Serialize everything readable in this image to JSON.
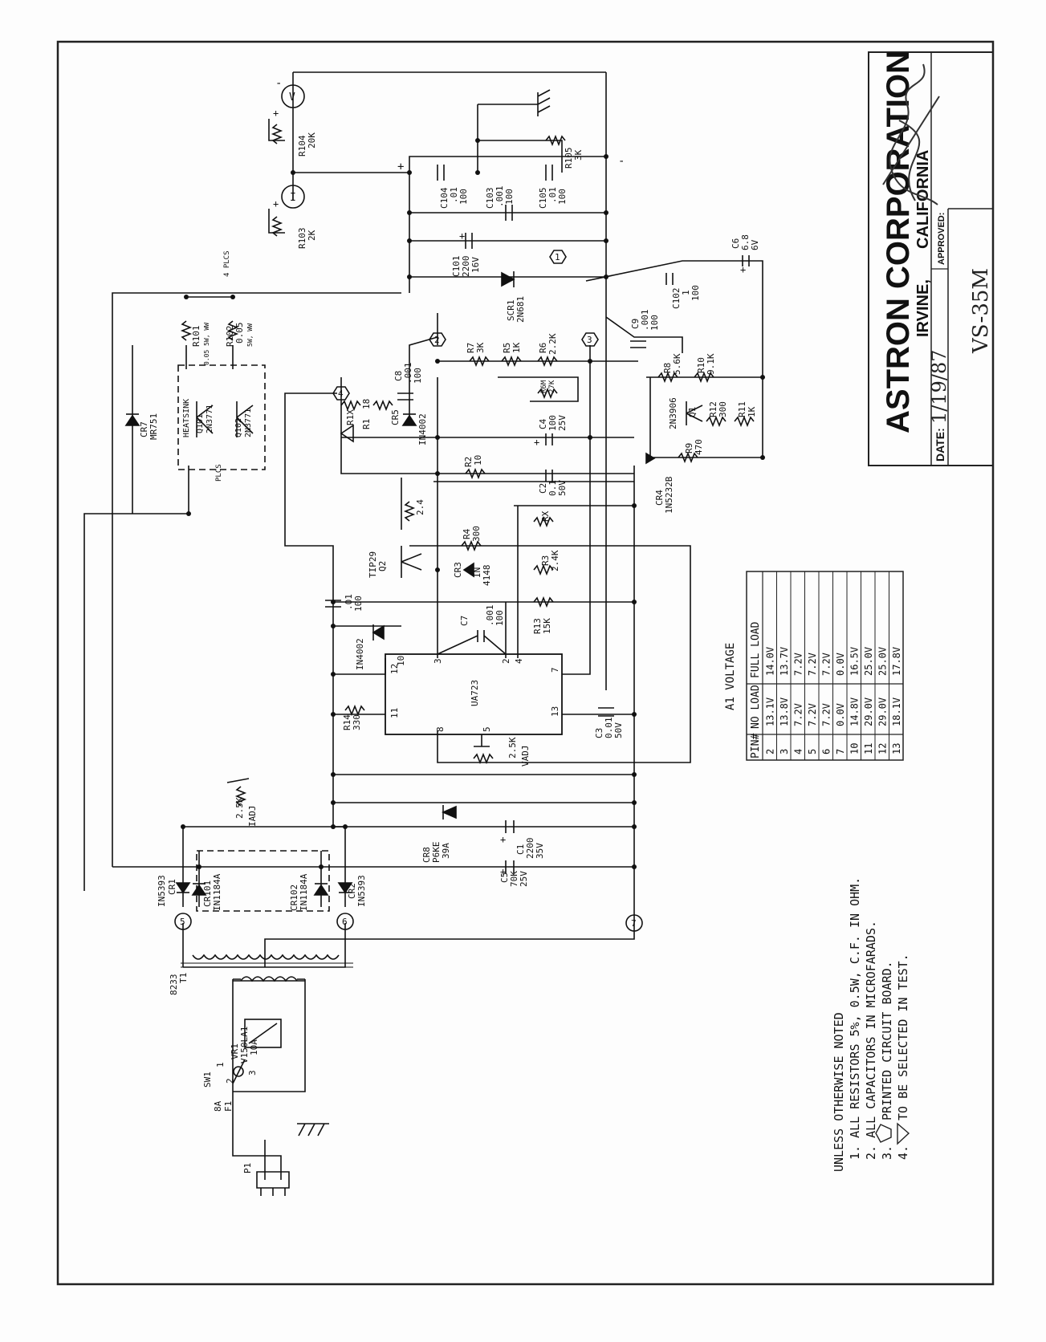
{
  "title_block": {
    "company": "ASTRON CORPORATION",
    "city": "IRVINE,",
    "state": "CALIFORNIA",
    "date_label": "DATE:",
    "date_value": "1/19/87",
    "approved_label": "APPROVED:",
    "model": "VS-35M"
  },
  "notes": {
    "header": "UNLESS OTHERWISE NOTED",
    "items": [
      "1. ALL RESISTORS 5%, 0.5W, C.F. IN OHM.",
      "2. ALL CAPACITORS IN MICROFARADS.",
      "3.",
      "PRINTED CIRCUIT BOARD.",
      "4.",
      "TO BE SELECTED IN TEST."
    ]
  },
  "voltage_table": {
    "title": "A1 VOLTAGE",
    "headers": [
      "PIN#",
      "NO LOAD",
      "FULL LOAD"
    ],
    "rows": [
      [
        "2",
        "13.1V",
        "14.0V"
      ],
      [
        "3",
        "13.8V",
        "13.7V"
      ],
      [
        "4",
        "7.2V",
        "7.2V"
      ],
      [
        "5",
        "7.2V",
        "7.2V"
      ],
      [
        "6",
        "7.2V",
        "7.2V"
      ],
      [
        "7",
        "0.0V",
        "0.0V"
      ],
      [
        "10",
        "14.8V",
        "16.5V"
      ],
      [
        "11",
        "29.0V",
        "25.0V"
      ],
      [
        "12",
        "29.0V",
        "25.0V"
      ],
      [
        "13",
        "18.1V",
        "17.8V"
      ]
    ]
  },
  "labels": {
    "p1": "P1",
    "f1": "F1",
    "f1_rating": "8A",
    "sw1": "SW1",
    "sw1_pin1": "1",
    "sw1_pin2": "2",
    "sw1_pin3": "3",
    "vr1": "VR1",
    "vr1_part": "V150LA1",
    "vr1_rating": "10A",
    "t1": "T1",
    "t1_part": "8233",
    "cr1": "CR1",
    "cr1_part": "IN5393",
    "cr2": "CR2",
    "cr2_part": "IN5393",
    "cr101": "CR101",
    "cr101_part": "IN1184A",
    "cr102": "CR102",
    "cr102_part": "IN1184A",
    "pin5": "5",
    "pin6": "6",
    "pin7": "7",
    "cr8": "CR8",
    "cr8_part": "P6KE",
    "cr8_val": "39A",
    "c5": "C5",
    "c5_val": "70K",
    "c5_v": "25V",
    "c1": "C1",
    "c1_val": "2200",
    "c1_v": "35V",
    "iadj": "2.5K",
    "iadj_label": "IADJ",
    "r14": "R14",
    "r14_val": "330",
    "ua723": "UA723",
    "pin12": "12",
    "pin10": "10",
    "pin11": "11",
    "pin8": "8",
    "pin5b": "5",
    "pin3": "3",
    "pin2": "2",
    "pin4": "4",
    "pin7b": "7",
    "pin13": "13",
    "vadj": "2.5K",
    "vadj_label": "VADJ",
    "c3": "C3",
    "c3_val": "0.01",
    "c3_v": "50V",
    "in4002a": "IN4002",
    "c01": ".01",
    "c01_v": "100",
    "c7": "C7",
    "c7_val": ".001",
    "c7_v": "100",
    "r13": "R13",
    "r13_val": "15K",
    "tip29": "TIP29",
    "q2": "Q2",
    "cr3": "CR3",
    "cr3_part": "IN",
    "cr3_part2": "4148",
    "r3": "R3",
    "r3_val": "2.4K",
    "r4": "R4",
    "r4_val": "300",
    "rx": "RX",
    "r24": "2.4",
    "c2": "C2",
    "c2_val": "0.1",
    "c2_v": "50V",
    "cr4": "CR4",
    "cr4_part": "1N5232B",
    "r2": "R2",
    "r2_val": "10",
    "c4": "C4",
    "c4_val": "100",
    "c4_v": "25V",
    "r1x": "R1X",
    "r1": "R1",
    "r1_val": "18",
    "cr5": "CR5",
    "cr5_part": "IN4002",
    "pin4c": "4",
    "c8": "C8",
    "c8_val": ".001",
    "c8_v": "100",
    "r7": "R7",
    "r7_val": "3K",
    "r5": "R5",
    "r5_val": "1K",
    "r6": "R6",
    "r6_val": "2.2K",
    "r6b": "R6M",
    "r6b_val": "27K",
    "pin2c": "2",
    "pin3c": "3",
    "c9": "C9",
    "c9_val": ".001",
    "c9_v": "100",
    "r8": "R8",
    "r8_val": "5.6K",
    "r10": "R10",
    "r10_val": "9.1K",
    "q1": "Q1",
    "q1_part": "2N3906",
    "r12": "R12",
    "r12_val": "300",
    "r11": "R11",
    "r11_val": "1K",
    "r9": "R9",
    "r9_val": "470",
    "scr1": "SCR1",
    "scr1_part": "2N681",
    "c102": "C102",
    "c102_val": "1",
    "c102_v": "100",
    "c6": "C6",
    "c6_val": "6.8",
    "c6_v": "6V",
    "pin1": "1",
    "c101": "C101",
    "c101_val": "2200",
    "c101_v": "16V",
    "c104": "C104",
    "c104_val": ".01",
    "c104_v": "100",
    "c103": "C103",
    "c103_val": ".001",
    "c103_v": "100",
    "c105": "C105",
    "c105_val": ".01",
    "c105_v": "100",
    "r105": "R105",
    "r105_val": "3K",
    "r103": "R103",
    "r103_val": "2K",
    "r104": "R104",
    "r104_val": "20K",
    "meter_i": "I",
    "meter_v": "V",
    "r101": "R101",
    "r101_val": "0.05 5W, WW",
    "r102": "R102",
    "r102_val": "0.05",
    "r102_w": "5W, WW",
    "plcs4": "4 PLCS",
    "plcs": "PLCS",
    "heatsink": "HEATSINK",
    "q101": "Q101",
    "q101_part": "2N3771",
    "q102": "Q102",
    "q102_part": "2N3771",
    "cr7": "CR7",
    "cr7_part": "MR751",
    "plus": "+",
    "minus": "-"
  }
}
